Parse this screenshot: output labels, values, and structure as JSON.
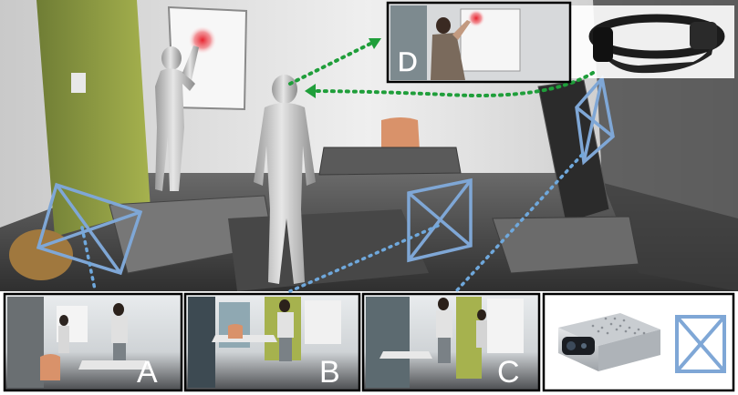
{
  "panels": {
    "A": {
      "label": "A"
    },
    "B": {
      "label": "B"
    },
    "C": {
      "label": "C"
    },
    "D": {
      "label": "D"
    }
  },
  "colors": {
    "camera_frustum": "#7fa7d6",
    "camera_ray": "#6fa8dc",
    "headset_ray": "#1f9e3a",
    "target_marker": "#e8242f",
    "wall_accent": "#8fa33a",
    "chair": "#d9926a"
  },
  "icons": [
    "hololens-headset-icon",
    "depth-camera-icon",
    "camera-frustum-icon"
  ]
}
